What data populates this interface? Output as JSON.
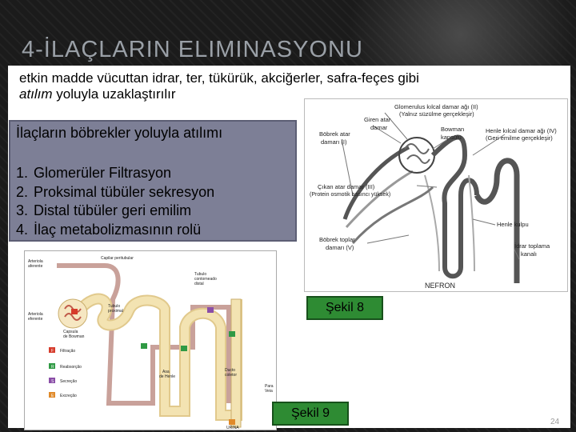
{
  "slide": {
    "title": "4-İLAÇLARIN ELIMINASYONU",
    "intro_lead": "etkin madde vücuttan idrar, ter, tükürük, akciğerler, safra-feçes gibi",
    "intro_italic": "atılım",
    "intro_tail": " yoluyla uzaklaştırılır",
    "page_number": "24"
  },
  "box": {
    "title": "İlaçların böbrekler yoluyla atılımı",
    "steps": [
      {
        "num": "1.",
        "text": "Glomerüler Filtrasyon"
      },
      {
        "num": "2.",
        "text": "Proksimal tübüler sekresyon"
      },
      {
        "num": "3.",
        "text": "Distal tübüler geri emilim"
      },
      {
        "num": "4.",
        "text": "İlaç metabolizmasının rolü"
      }
    ]
  },
  "figure_nephron": {
    "caption": "Şekil 8",
    "labels": {
      "glomerulus": "Glomerulus kılcal damar ağı (II)",
      "glomerulus_sub": "(Yalnız süzülme gerçekleşir)",
      "afferent_1": "Giren atar",
      "afferent_2": "damar",
      "renal_artery_1": "Böbrek atar",
      "renal_artery_2": "damarı (I)",
      "bowman_1": "Bowman",
      "bowman_2": "kapsülü",
      "henle_capillary": "Henle kılcal damar ağı (IV)",
      "henle_capillary_sub": "(Geri emilme gerçekleşir)",
      "efferent": "Çıkan atar damar (III)",
      "efferent_sub": "(Protein osmotik basıncı yüksek)",
      "henle_loop": "Henle kulpu",
      "renal_vein_1": "Böbrek toplar",
      "renal_vein_2": "damarı (V)",
      "collecting_1": "İdrar toplama",
      "collecting_2": "kanalı",
      "title": "NEFRON"
    }
  },
  "figure_tubule": {
    "caption": "Şekil 9",
    "labels": {
      "peritubular": "Capilar peritubular",
      "afferent_1": "Arteriola",
      "afferent_2": "aferente",
      "efferent_1": "Arteriola",
      "efferent_2": "eferente",
      "distal_1": "Tubulo",
      "distal_2": "contorneado",
      "distal_3": "distal",
      "proximal_1": "Tubulo",
      "proximal_2": "proximal",
      "bowman_1": "Capsula",
      "bowman_2": "de Bowman",
      "loop_1": "Asa",
      "loop_2": "de Henle",
      "collecting_1": "Ducto",
      "collecting_2": "coletor",
      "vein_1": "Para",
      "vein_2": "Veia",
      "urine": "URINA",
      "legend": [
        {
          "key": "F",
          "text": "Filtração"
        },
        {
          "key": "R",
          "text": "Reabsorção"
        },
        {
          "key": "S",
          "text": "Secreção"
        },
        {
          "key": "E",
          "text": "Excreção"
        }
      ]
    }
  },
  "colors": {
    "title": "#9aa0a7",
    "box": "#7d7f96",
    "caption": "#2e8b33",
    "tubule_fill": "#f3e3b2",
    "filtration": "#d63b2b",
    "reabsorption": "#2f9a44",
    "secretion": "#8a4ea7",
    "excretion": "#e08a2a"
  }
}
